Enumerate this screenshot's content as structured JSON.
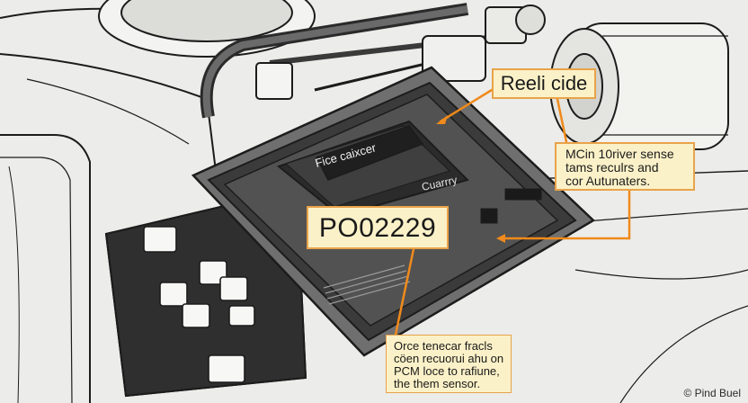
{
  "labels": {
    "title_callout": "Reeli cide",
    "code_callout": "PO02229",
    "mid_callout": [
      "MCin 10river sense",
      "tams reculrs and",
      "cor Autunaters."
    ],
    "bottom_callout": [
      "Orce tenecar fracls",
      "cöen recuorui ahu on",
      "PCM loce to rafiune,",
      "the them sensor."
    ],
    "unit_top_label": "Fice caixcer",
    "unit_side_label": "Cuarrry",
    "credit": "© Pind Buel"
  },
  "colors": {
    "callout_fill": "#fbf1c8",
    "callout_border": "#e8a34a",
    "arrow": "#f08a1c",
    "ecu_dark": "#2e2e2e",
    "ecu_mid": "#4a4a4a",
    "line_art": "#1c1c1c",
    "background": "#ececea"
  }
}
